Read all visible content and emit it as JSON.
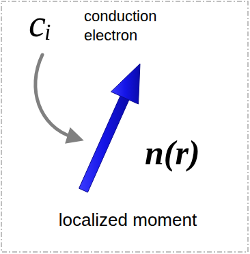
{
  "diagram": {
    "labels": [
      "cᵢ",
      "conduction electron",
      "n(r)",
      "localized moment"
    ]
  }
}
